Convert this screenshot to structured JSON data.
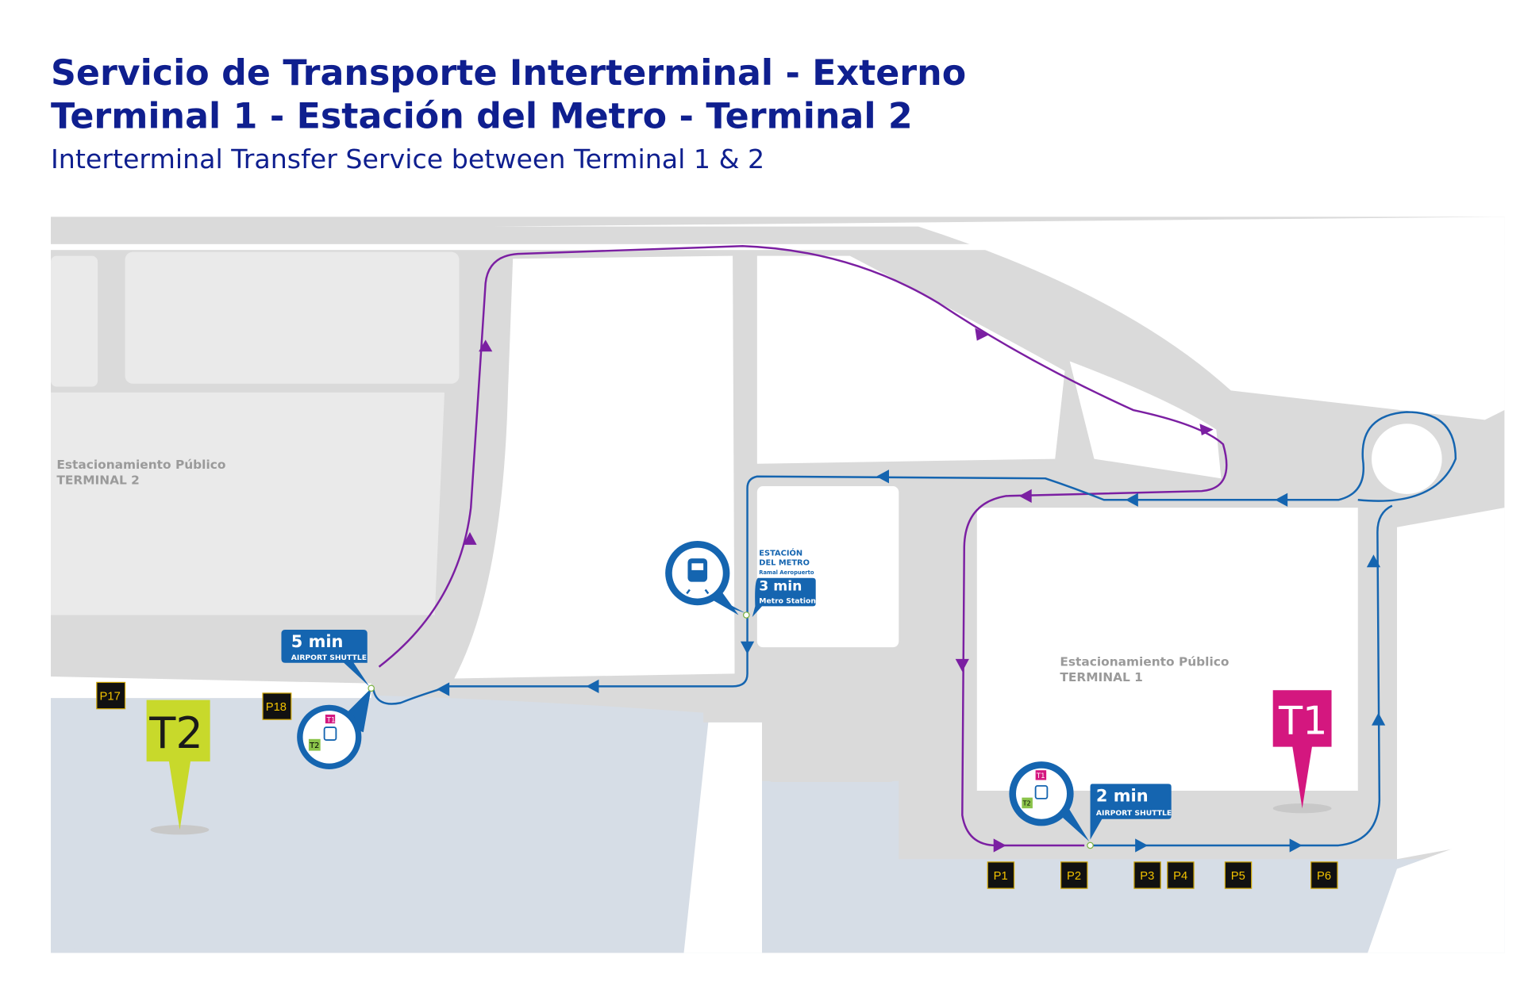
{
  "header": {
    "title_line1": "Servicio de Transporte Interterminal - Externo",
    "title_line2": "Terminal 1 - Estación del Metro - Terminal 2",
    "subtitle": "Interterminal Transfer Service between Terminal 1 & 2"
  },
  "parking_areas": [
    {
      "line1": "Estacionamiento Público",
      "line2": "TERMINAL 2"
    },
    {
      "line1": "Estacionamiento Público",
      "line2": "TERMINAL 1"
    }
  ],
  "terminals": {
    "t2": "T2",
    "t1": "T1"
  },
  "stops": [
    {
      "time": "5 min",
      "label": "AIRPORT SHUTTLE"
    },
    {
      "time": "3 min",
      "label": "Metro Station",
      "name1": "ESTACIÓN",
      "name2": "DEL METRO",
      "name3": "Ramal Aeropuerto"
    },
    {
      "time": "2 min",
      "label": "AIRPORT SHUTTLE"
    }
  ],
  "icon_badges": {
    "t1": "T1",
    "t2": "T2"
  },
  "parking_gates": [
    "P17",
    "P18",
    "P1",
    "P2",
    "P3",
    "P4",
    "P5",
    "P6"
  ],
  "colors": {
    "route_purple": "#7b1fa2",
    "route_blue": "#1565b0",
    "t2_pin": "#c8d92b",
    "t1_pin": "#d4177f",
    "title": "#0f1f8f"
  }
}
